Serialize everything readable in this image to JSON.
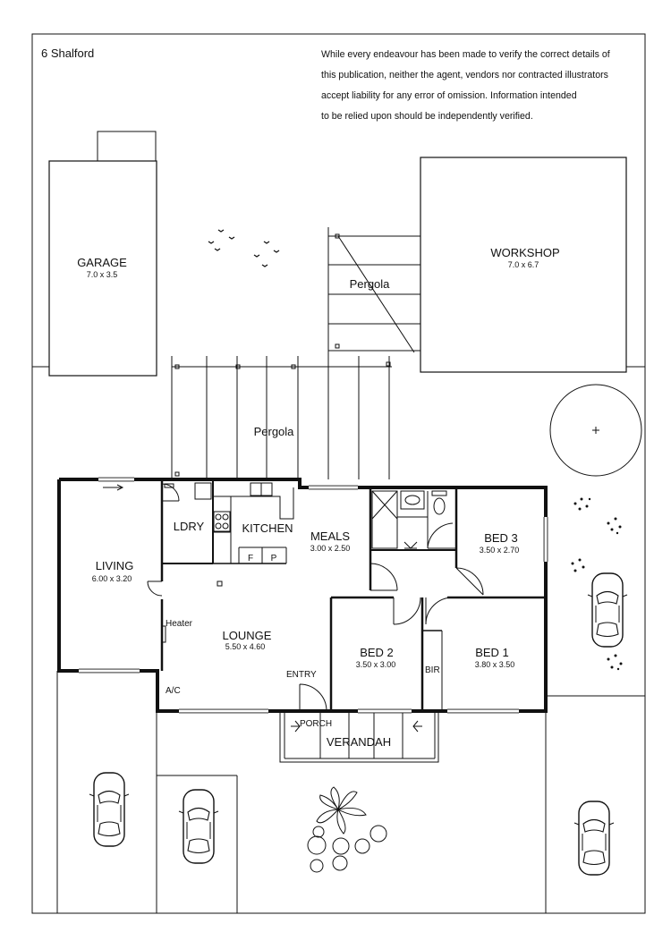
{
  "address": "6 Shalford",
  "disclaimer": [
    "While every endeavour has been made to verify the correct details of",
    "this publication, neither the agent, vendors nor contracted illustrators",
    "accept liability for any error of omission. Information intended",
    "to be relied upon should be independently verified."
  ],
  "structures": {
    "garage": {
      "name": "GARAGE",
      "dims": "7.0 x 3.5"
    },
    "workshop": {
      "name": "WORKSHOP",
      "dims": "7.0 x 6.7"
    },
    "pergola_upper": "Pergola",
    "pergola_lower": "Pergola"
  },
  "rooms": {
    "living": {
      "name": "LIVING",
      "dims": "6.00 x 3.20"
    },
    "ldry": {
      "name": "LDRY"
    },
    "kitchen": {
      "name": "KITCHEN"
    },
    "meals": {
      "name": "MEALS",
      "dims": "3.00 x 2.50"
    },
    "bed3": {
      "name": "BED 3",
      "dims": "3.50 x 2.70"
    },
    "lounge": {
      "name": "LOUNGE",
      "dims": "5.50 x 4.60"
    },
    "bed2": {
      "name": "BED 2",
      "dims": "3.50 x 3.00"
    },
    "bed1": {
      "name": "BED 1",
      "dims": "3.80 x 3.50"
    }
  },
  "labels": {
    "fridge": "F",
    "pantry": "P",
    "heater": "Heater",
    "ac": "A/C",
    "entry": "ENTRY",
    "bir": "BIR",
    "porch": "PORCH",
    "verandah": "VERANDAH"
  }
}
